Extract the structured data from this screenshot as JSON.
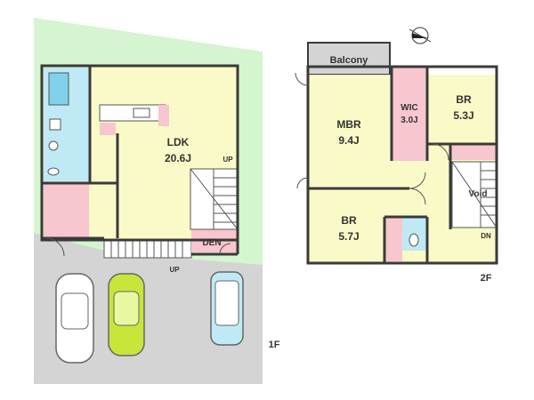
{
  "floor1": {
    "name": "1F",
    "rooms": {
      "ldk": {
        "name": "LDK",
        "size": "20.6J"
      },
      "den": {
        "name": "DEN"
      }
    },
    "stairs_up": "UP",
    "entrance_up": "UP"
  },
  "floor2": {
    "name": "2F",
    "rooms": {
      "balcony": {
        "name": "Balcony"
      },
      "mbr": {
        "name": "MBR",
        "size": "9.4J"
      },
      "wic": {
        "name": "WIC",
        "size": "3.0J"
      },
      "br1": {
        "name": "BR",
        "size": "5.3J"
      },
      "br2": {
        "name": "BR",
        "size": "5.7J"
      },
      "void": {
        "name": "Void"
      }
    },
    "stairs_down": "DN"
  },
  "colors": {
    "floor": "#fafac8",
    "wet": "#bfeaf5",
    "pink": "#f7c6cf",
    "garden": "#d4f5cf",
    "parking": "#d4d4d4",
    "wall": "#3a3a3a",
    "car_yellow": "#c6e63a",
    "car_blue": "#bfeaf5"
  },
  "icons": [
    "compass-icon",
    "car-icon"
  ]
}
